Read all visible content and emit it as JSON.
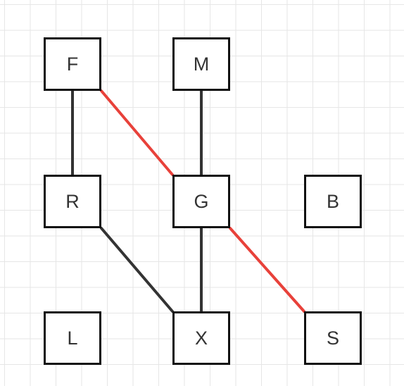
{
  "nodes": {
    "F": "F",
    "M": "M",
    "R": "R",
    "G": "G",
    "B": "B",
    "L": "L",
    "X": "X",
    "S": "S"
  },
  "edges": [
    {
      "from": "F",
      "to": "R",
      "color": "#333333"
    },
    {
      "from": "F",
      "to": "G",
      "color": "#e8413a"
    },
    {
      "from": "M",
      "to": "G",
      "color": "#333333"
    },
    {
      "from": "R",
      "to": "X",
      "color": "#333333"
    },
    {
      "from": "G",
      "to": "X",
      "color": "#333333"
    },
    {
      "from": "G",
      "to": "S",
      "color": "#e8413a"
    }
  ]
}
